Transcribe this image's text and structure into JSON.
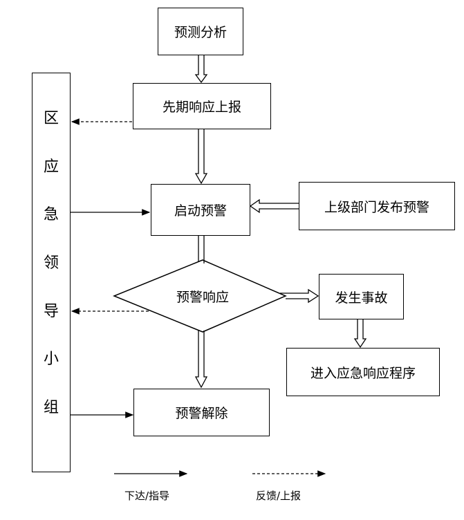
{
  "nodes": {
    "forecast": "预测分析",
    "early_report": "先期响应上报",
    "start_warning": "启动预警",
    "superior_warning": "上级部门发布预警",
    "warning_response": "预警响应",
    "accident": "发生事故",
    "emergency_procedure": "进入应急响应程序",
    "warning_lift": "预警解除"
  },
  "leader_group": [
    "区",
    "应",
    "急",
    "领",
    "导",
    "小",
    "组"
  ],
  "legend": {
    "solid_label": "下达/指导",
    "dashed_label": "反馈/上报"
  }
}
